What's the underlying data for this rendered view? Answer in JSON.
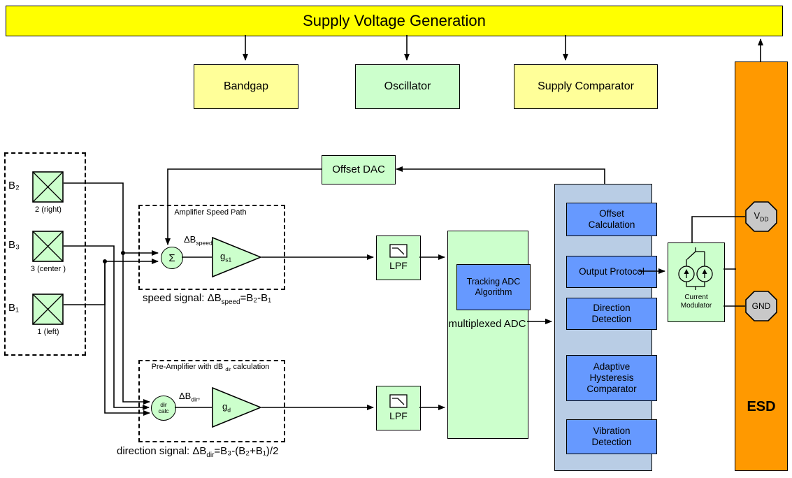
{
  "colors": {
    "banner_yellow": "#FFFF00",
    "block_yellow": "#FFFF99",
    "block_green": "#CCFFCC",
    "block_blue": "#6699FF",
    "panel_blue": "#B9CDE5",
    "esd_orange": "#FF9900",
    "pin_gray": "#C8C8C8",
    "wire_black": "#000000"
  },
  "banner": {
    "title": "Supply Voltage Generation"
  },
  "top_blocks": {
    "bandgap": "Bandgap",
    "oscillator": "Oscillator",
    "supply_comparator": "Supply Comparator"
  },
  "esd": {
    "label": "ESD"
  },
  "sensors": {
    "b2": {
      "name": "B₂",
      "caption": "2 (right)"
    },
    "b3": {
      "name": "B₃",
      "caption": "3 (center )"
    },
    "b1": {
      "name": "B₁",
      "caption": "1 (left)"
    }
  },
  "offset_dac": {
    "label": "Offset DAC"
  },
  "speed_path": {
    "title": "Amplifier Speed Path",
    "sum_symbol": "Σ",
    "delta": {
      "main": "ΔB",
      "sub": "speed"
    },
    "gain": {
      "main": "g",
      "sub": "s1"
    },
    "formula": {
      "prefix": "speed signal: ΔB",
      "sub": "speed",
      "rest": "=B₂-B₁"
    }
  },
  "direction_path": {
    "title": {
      "prefix": "Pre-Amplifier with dB ",
      "sub": "dir",
      "rest": " calculation"
    },
    "calc": {
      "line1": "dir",
      "line2": "calc"
    },
    "delta": {
      "main": "ΔB",
      "sub": "dir",
      "rest": ","
    },
    "gain": {
      "main": "g",
      "sub": "d"
    },
    "formula": {
      "prefix": "direction signal: ΔB",
      "sub": "dir",
      "rest": "=B₃-(B₂+B₁)/2"
    }
  },
  "lpf": {
    "label": "LPF"
  },
  "adc": {
    "label": "multiplexed ADC",
    "tracking": "Tracking ADC Algorithm"
  },
  "dsp": {
    "offset_calculation": "Offset Calculation",
    "output_protocol": "Output Protocol",
    "direction_detection": "Direction Detection",
    "adaptive_hysteresis": "Adaptive Hysteresis Comparator",
    "vibration_detection": "Vibration Detection"
  },
  "current_modulator": {
    "label": "Current Modulator"
  },
  "pins": {
    "vdd": {
      "main": "V",
      "sub": "DD"
    },
    "gnd": "GND"
  }
}
